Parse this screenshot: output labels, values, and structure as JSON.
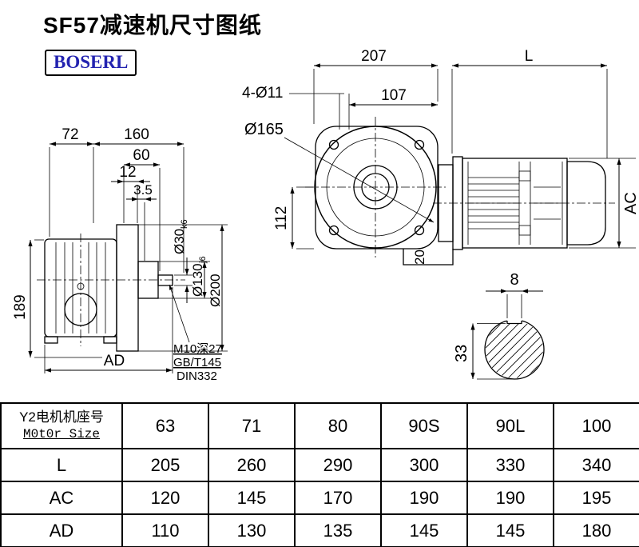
{
  "page": {
    "title": "SF57减速机尺寸图纸",
    "brand": "BOSERL"
  },
  "side_view": {
    "d72": "72",
    "d160": "160",
    "d60": "60",
    "d12": "12",
    "d35": "3.5",
    "d189": "189",
    "dAD": "AD",
    "shaft_dia": "Ø30",
    "shaft_tol": "k6",
    "hub_dia": "Ø130",
    "hub_tol": "j6",
    "flange_dia": "Ø200",
    "note1": "M10深27",
    "note2": "GB/T145",
    "note3": "DIN332"
  },
  "front_view": {
    "d207": "207",
    "dL": "L",
    "holes": "4-Ø11",
    "d107": "107",
    "circle": "Ø165",
    "d112": "112",
    "d20": "20",
    "dAC": "AC"
  },
  "section_view": {
    "d8": "8",
    "d33": "33"
  },
  "table": {
    "header": {
      "label1": "Y2电机机座号",
      "label2": "M0t0r Size",
      "columns": [
        "63",
        "71",
        "80",
        "90S",
        "90L",
        "100"
      ]
    },
    "rows": [
      {
        "label": "L",
        "values": [
          "205",
          "260",
          "290",
          "300",
          "330",
          "340"
        ]
      },
      {
        "label": "AC",
        "values": [
          "120",
          "145",
          "170",
          "190",
          "190",
          "195"
        ]
      },
      {
        "label": "AD",
        "values": [
          "110",
          "130",
          "135",
          "145",
          "145",
          "180"
        ]
      }
    ]
  }
}
